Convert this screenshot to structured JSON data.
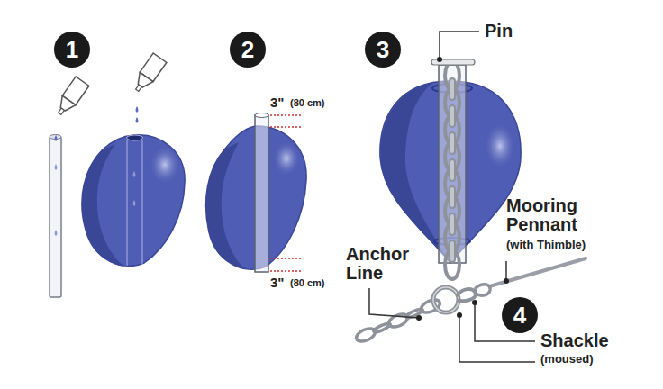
{
  "diagram": {
    "labels": [
      "1",
      "2",
      "3",
      "Pin",
      "3\"",
      "(80 cm)",
      "3\"",
      "(80 cm)",
      "Mooring Pennant",
      "(with Thimble)",
      "Anchor Line",
      "4",
      "Shackle",
      "(moused)"
    ]
  }
}
